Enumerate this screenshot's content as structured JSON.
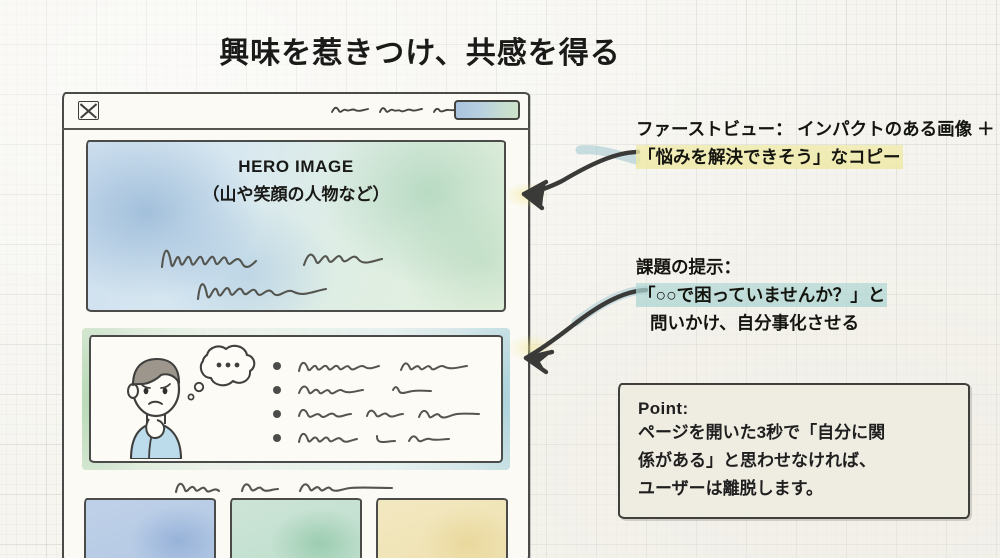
{
  "page": {
    "title": "興味を惹きつけ、共感を得る",
    "background_color": "#f6f5f0",
    "ink_color": "#4b4b49"
  },
  "browser_mock": {
    "logo_icon": "x-box-icon",
    "nav_items": [
      "squiggle-1",
      "squiggle-2",
      "squiggle-3"
    ],
    "cta_button": {
      "name": "nav-cta-button",
      "gradient_from": "#a8c3de",
      "gradient_to": "#cfe3c9"
    },
    "hero": {
      "title": "HERO IMAGE",
      "subtitle": "（山や笑顔の人物など）",
      "fill_from": "#cfe0ef",
      "fill_to": "#e2f0dc"
    },
    "problem_section": {
      "person_icon": "worried-person-icon",
      "thought_bubble_icon": "thought-bubble-icon",
      "bullet_count": 4,
      "frame_from": "#b0d4b0",
      "frame_to": "#9ecbd6"
    },
    "cards": [
      {
        "name": "card-blue",
        "color": "#b3c8e4"
      },
      {
        "name": "card-green",
        "color": "#bedfcd"
      },
      {
        "name": "card-yellow",
        "color": "#efe2b2"
      }
    ]
  },
  "annotations": [
    {
      "name": "annotation-first-view",
      "lines": [
        "ファーストビュー：",
        "インパクトのある画像 ＋",
        "「悩みを解決できそう」なコピー"
      ],
      "highlight_color": "#f0ebaa",
      "highlight_line_index": 2
    },
    {
      "name": "annotation-problem-statement",
      "lines": [
        "課題の提示：",
        "「○○で困っていませんか？」と",
        "問いかけ、自分事化させる"
      ],
      "highlight_color": "#b2d8d6",
      "highlight_line_index": 1
    }
  ],
  "point_box": {
    "label": "Point:",
    "lines": [
      "ページを開いた3秒で「自分に関",
      "係がある」と思わせなければ、",
      "ユーザーは離脱します。"
    ],
    "background_color": "#efece1",
    "border_color": "#3f3f3c"
  },
  "arrows": [
    {
      "name": "arrow-to-hero",
      "direction": "left"
    },
    {
      "name": "arrow-to-problem",
      "direction": "down-left"
    }
  ]
}
